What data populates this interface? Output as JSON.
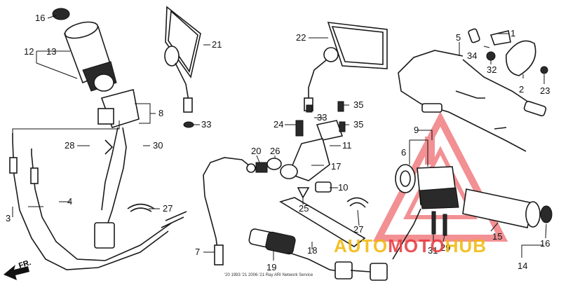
{
  "diagram": {
    "direction_label": "FR.",
    "footer_text": "'20 1993 '21 2006-'21 Ray ARI Network Service",
    "watermark": {
      "text_a": "AUTO",
      "text_b": "MOTO",
      "text_c": "HUB",
      "color_a": "#f2b705",
      "color_b": "#e8363c",
      "color_c": "#f2b705"
    },
    "callouts": [
      "1",
      "2",
      "3",
      "4",
      "5",
      "6",
      "7",
      "8",
      "9",
      "10",
      "11",
      "12",
      "13",
      "14",
      "15",
      "16",
      "17",
      "18",
      "19",
      "20",
      "21",
      "22",
      "23",
      "24",
      "25",
      "26",
      "27",
      "27",
      "28",
      "29",
      "30",
      "31",
      "32",
      "33",
      "33",
      "34",
      "35",
      "35"
    ]
  }
}
